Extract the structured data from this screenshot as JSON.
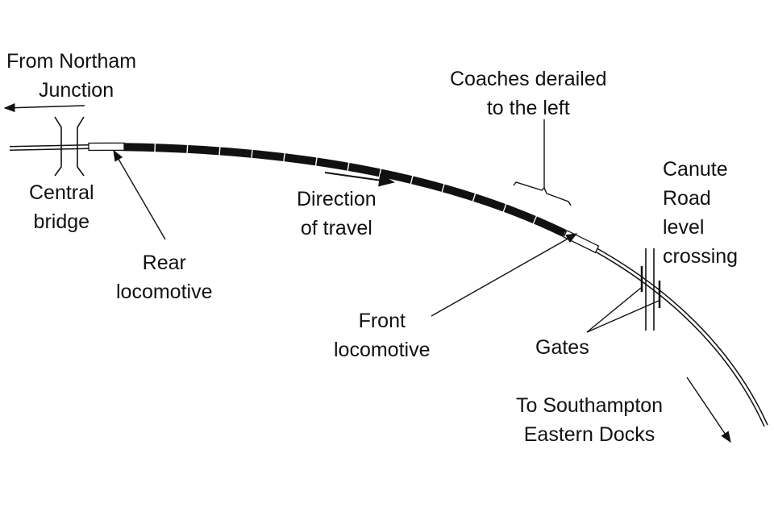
{
  "labels": {
    "from_northam_1": "From Northam",
    "from_northam_2": "Junction",
    "central_bridge_1": "Central",
    "central_bridge_2": "bridge",
    "rear_loco_1": "Rear",
    "rear_loco_2": "locomotive",
    "direction_1": "Direction",
    "direction_2": "of travel",
    "coaches_1": "Coaches derailed",
    "coaches_2": "to the left",
    "canute_1": "Canute",
    "canute_2": "Road",
    "canute_3": "level",
    "canute_4": "crossing",
    "front_loco_1": "Front",
    "front_loco_2": "locomotive",
    "gates": "Gates",
    "docks_1": "To Southampton",
    "docks_2": "Eastern Docks"
  },
  "colors": {
    "line": "#111111",
    "background": "#ffffff"
  }
}
